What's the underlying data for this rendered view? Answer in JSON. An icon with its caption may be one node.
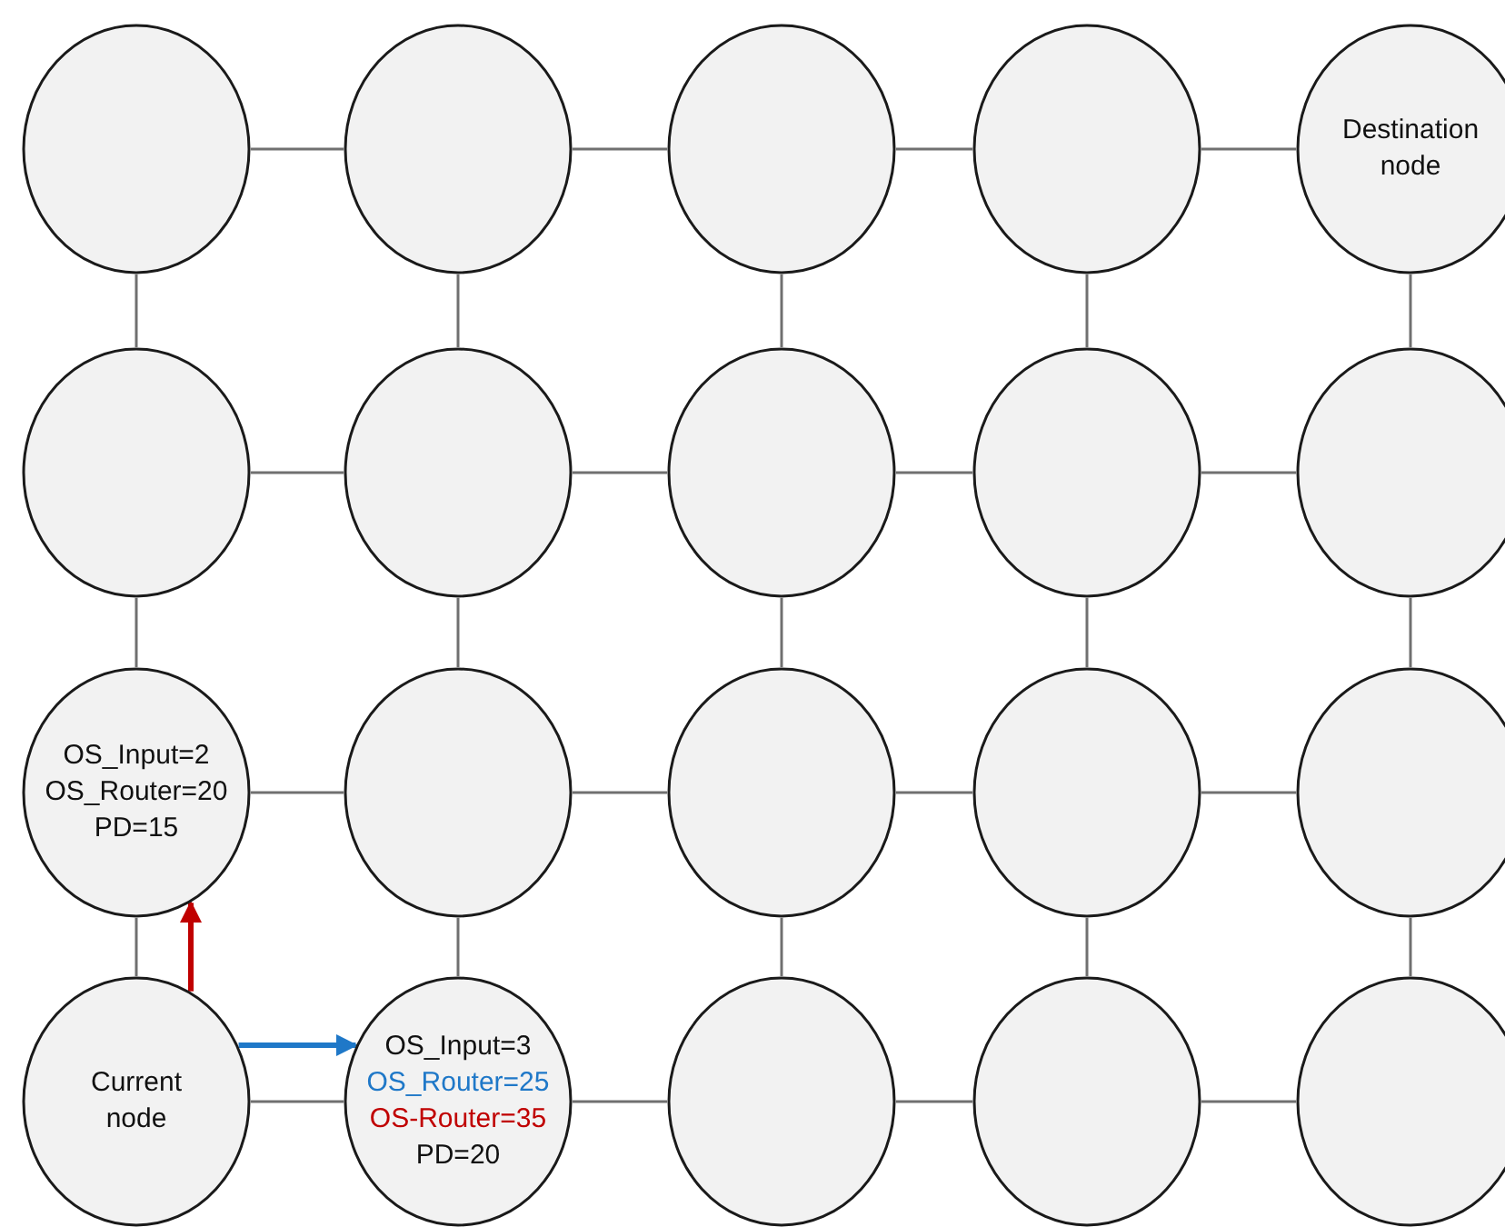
{
  "diagram": {
    "nodes": [
      {
        "text": [],
        "shape": "circle"
      },
      {
        "text": [],
        "shape": "circle"
      },
      {
        "text": [],
        "shape": "circle"
      },
      {
        "text": [],
        "shape": "circle"
      },
      {
        "text": [
          "Destination node"
        ]
      },
      {
        "text": [],
        "shape": "circle"
      },
      {
        "text": [],
        "shape": "circle"
      },
      {
        "text": [],
        "shape": "circle"
      },
      {
        "text": [],
        "shape": "circle"
      },
      {
        "text": [],
        "shape": "circle"
      },
      {
        "text": [
          "OS_Input=2",
          "OS_Router=20",
          "PD=15"
        ]
      },
      {
        "text": [],
        "shape": "circle"
      },
      {
        "text": [],
        "shape": "circle"
      },
      {
        "text": [],
        "shape": "circle"
      },
      {
        "text": [],
        "shape": "circle"
      },
      {
        "text": [
          "Current node"
        ]
      },
      {
        "text": [
          "OS_Input=3",
          "OS_Router=25",
          "OS-Router=35",
          "PD=20"
        ]
      },
      {
        "text": [],
        "shape": "circle"
      },
      {
        "text": [],
        "shape": "circle"
      },
      {
        "text": [],
        "shape": "circle"
      }
    ],
    "edges": [
      {
        "from": 0,
        "to": 1,
        "arrow": "none"
      },
      {
        "from": 1,
        "to": 2,
        "arrow": "none"
      },
      {
        "from": 2,
        "to": 3,
        "arrow": "none"
      },
      {
        "from": 3,
        "to": 4,
        "arrow": "none"
      },
      {
        "from": 5,
        "to": 6,
        "arrow": "none"
      },
      {
        "from": 6,
        "to": 7,
        "arrow": "none"
      },
      {
        "from": 7,
        "to": 8,
        "arrow": "none"
      },
      {
        "from": 8,
        "to": 9,
        "arrow": "none"
      },
      {
        "from": 10,
        "to": 11,
        "arrow": "none"
      },
      {
        "from": 11,
        "to": 12,
        "arrow": "none"
      },
      {
        "from": 12,
        "to": 13,
        "arrow": "none"
      },
      {
        "from": 13,
        "to": 14,
        "arrow": "none"
      },
      {
        "from": 15,
        "to": 16,
        "arrow": "none"
      },
      {
        "from": 16,
        "to": 17,
        "arrow": "none"
      },
      {
        "from": 17,
        "to": 18,
        "arrow": "none"
      },
      {
        "from": 18,
        "to": 19,
        "arrow": "none"
      },
      {
        "from": 0,
        "to": 5,
        "arrow": "none"
      },
      {
        "from": 5,
        "to": 10,
        "arrow": "none"
      },
      {
        "from": 10,
        "to": 15,
        "arrow": "none"
      },
      {
        "from": 1,
        "to": 6,
        "arrow": "none"
      },
      {
        "from": 6,
        "to": 11,
        "arrow": "none"
      },
      {
        "from": 11,
        "to": 16,
        "arrow": "none"
      },
      {
        "from": 2,
        "to": 7,
        "arrow": "none"
      },
      {
        "from": 7,
        "to": 12,
        "arrow": "none"
      },
      {
        "from": 12,
        "to": 17,
        "arrow": "none"
      },
      {
        "from": 3,
        "to": 8,
        "arrow": "none"
      },
      {
        "from": 8,
        "to": 13,
        "arrow": "none"
      },
      {
        "from": 13,
        "to": 18,
        "arrow": "none"
      },
      {
        "from": 4,
        "to": 9,
        "arrow": "none"
      },
      {
        "from": 9,
        "to": 14,
        "arrow": "none"
      },
      {
        "from": 14,
        "to": 19,
        "arrow": "none"
      },
      {
        "from": 15,
        "to": 16,
        "arrow": "to",
        "style": "thick",
        "color": "#1f78c8"
      },
      {
        "from": 15,
        "to": 10,
        "arrow": "to",
        "style": "thick",
        "color": "#c00000"
      }
    ]
  }
}
